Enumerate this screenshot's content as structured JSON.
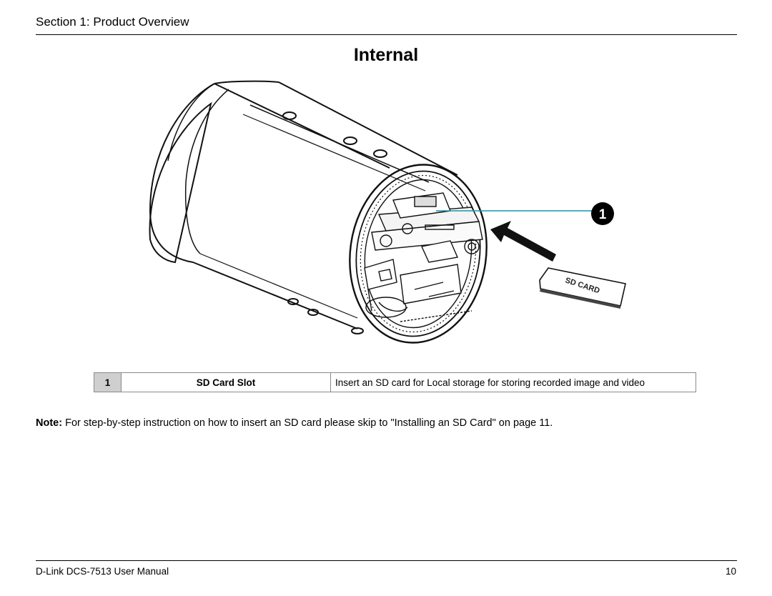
{
  "header": {
    "section": "Section 1: Product Overview"
  },
  "title": "Internal",
  "figure": {
    "callout_number": "1",
    "card_label": "SD CARD"
  },
  "table": {
    "rows": [
      {
        "number": "1",
        "name": "SD Card Slot",
        "description": "Insert an SD card for Local storage for storing recorded image and video"
      }
    ]
  },
  "note": {
    "label": "Note:",
    "text": " For step-by-step instruction on how to insert an SD card please skip to \"Installing an SD Card\" on page 11."
  },
  "footer": {
    "manual": "D-Link DCS-7513 User Manual",
    "page": "10"
  }
}
